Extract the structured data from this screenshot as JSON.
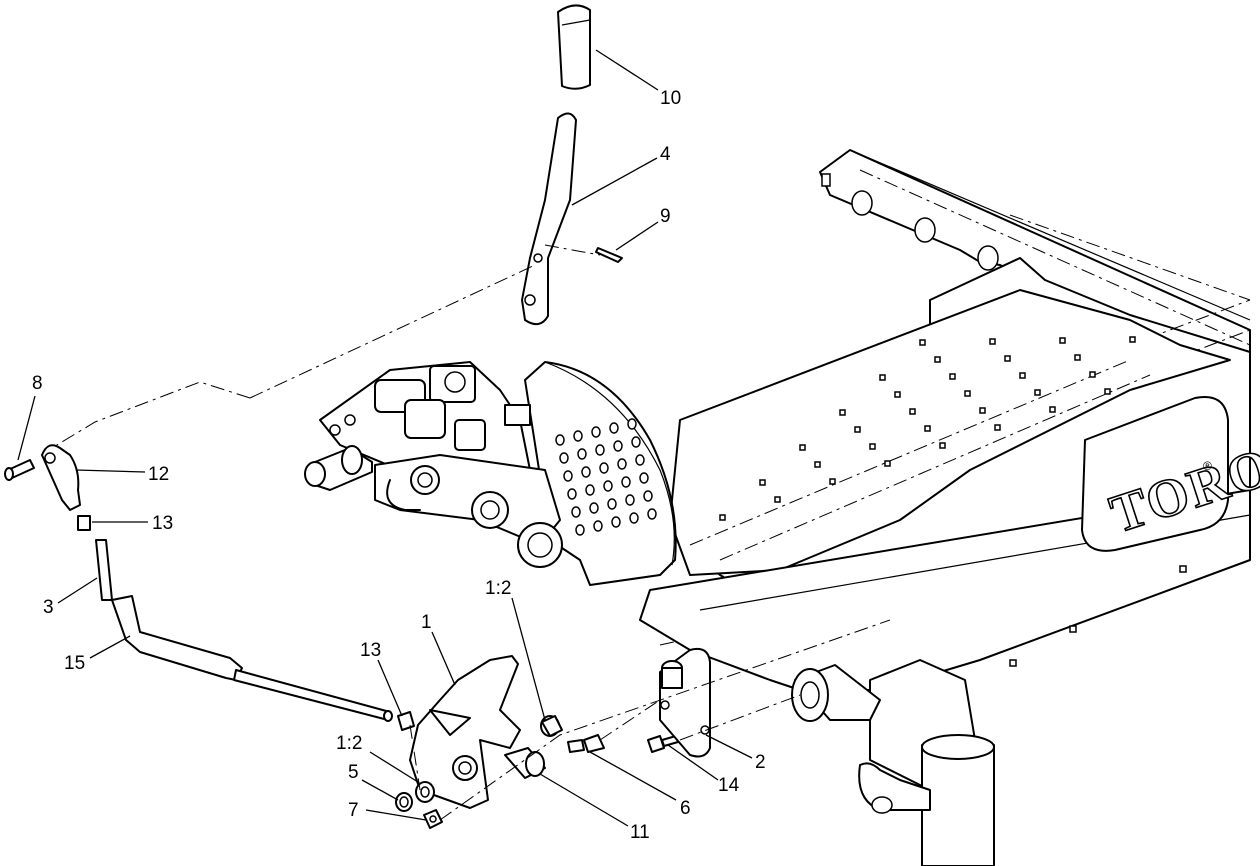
{
  "diagram": {
    "logo": "TORO",
    "callouts": [
      {
        "id": "c10",
        "label": "10"
      },
      {
        "id": "c4",
        "label": "4"
      },
      {
        "id": "c9",
        "label": "9"
      },
      {
        "id": "c8",
        "label": "8"
      },
      {
        "id": "c12",
        "label": "12"
      },
      {
        "id": "c13a",
        "label": "13"
      },
      {
        "id": "c3",
        "label": "3"
      },
      {
        "id": "c15",
        "label": "15"
      },
      {
        "id": "c12b",
        "label": "1:2"
      },
      {
        "id": "c1",
        "label": "1"
      },
      {
        "id": "c13b",
        "label": "13"
      },
      {
        "id": "c12c",
        "label": "1:2"
      },
      {
        "id": "c5",
        "label": "5"
      },
      {
        "id": "c7",
        "label": "7"
      },
      {
        "id": "c11",
        "label": "11"
      },
      {
        "id": "c6",
        "label": "6"
      },
      {
        "id": "c14",
        "label": "14"
      },
      {
        "id": "c2",
        "label": "2"
      }
    ]
  }
}
